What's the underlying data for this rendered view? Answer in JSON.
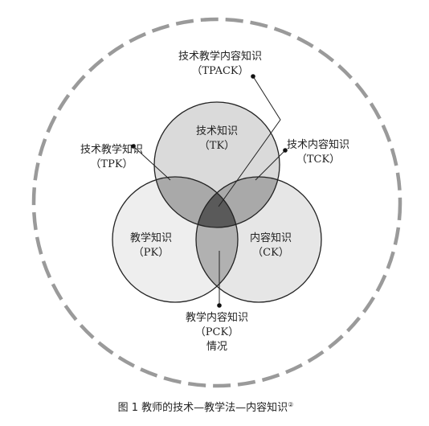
{
  "diagram": {
    "caption": "图 1  教师的技术—教学法—内容知识",
    "caption_note": "②",
    "context": {
      "line1": "教学内容知识",
      "line2": "（PCK）",
      "line3": "情况"
    },
    "regions": {
      "tk": {
        "line1": "技术知识",
        "line2": "（TK）"
      },
      "pk": {
        "line1": "教学知识",
        "line2": "（PK）"
      },
      "ck": {
        "line1": "内容知识",
        "line2": "（CK）"
      },
      "tpk": {
        "line1": "技术教学知识",
        "line2": "（TPK）"
      },
      "tck": {
        "line1": "技术内容知识",
        "line2": "（TCK）"
      },
      "tpack": {
        "line1": "技术教学内容知识",
        "line2": "（TPACK）"
      }
    }
  }
}
